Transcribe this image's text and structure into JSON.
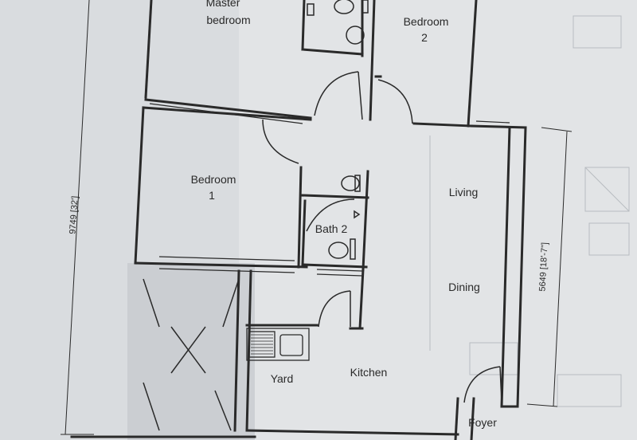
{
  "rooms": {
    "master_bedroom_line1": "Master",
    "master_bedroom_line2": "bedroom",
    "bedroom2_line1": "Bedroom",
    "bedroom2_line2": "2",
    "bedroom1_line1": "Bedroom",
    "bedroom1_line2": "1",
    "bath2": "Bath 2",
    "living": "Living",
    "dining": "Dining",
    "yard": "Yard",
    "kitchen": "Kitchen",
    "foyer": "Foyer"
  },
  "dimensions": {
    "overall_height": "9749 [32']",
    "living_dining_height": "5649 [18'-7\"]"
  },
  "colors": {
    "paper": "#d9dcdf",
    "paper_light": "#e4e6e8",
    "ink": "#2a2a2a",
    "shadow": "#bfc3c8"
  }
}
